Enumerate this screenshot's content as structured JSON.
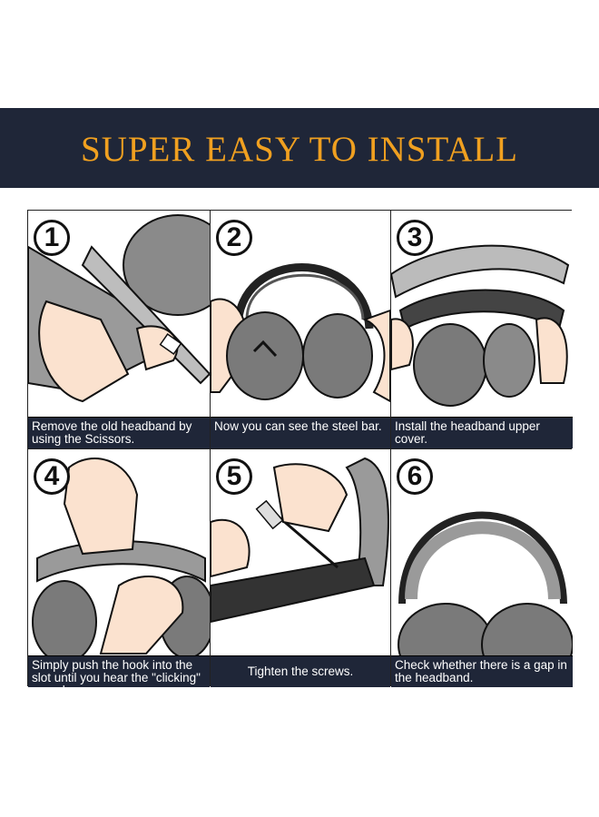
{
  "banner": {
    "title": "SUPER EASY TO INSTALL"
  },
  "steps": [
    {
      "number": "1",
      "caption": "Remove the old headband by using the Scissors."
    },
    {
      "number": "2",
      "caption": "Now you can see the steel bar."
    },
    {
      "number": "3",
      "caption": "Install the headband upper cover."
    },
    {
      "number": "4",
      "caption": "Simply push the hook into the slot until you hear the \"clicking\" sound."
    },
    {
      "number": "5",
      "caption": "Tighten the screws."
    },
    {
      "number": "6",
      "caption": "Check whether there is a gap in the headband."
    }
  ],
  "colors": {
    "banner_bg": "#1f2638",
    "title": "#f0a020",
    "caption_bg": "#1f2638",
    "skin": "#fbe2cf",
    "pad": "#7a7a7a"
  },
  "icons": [
    "scissors-icon",
    "headphones-icon",
    "screwdriver-icon",
    "hand-icon"
  ]
}
